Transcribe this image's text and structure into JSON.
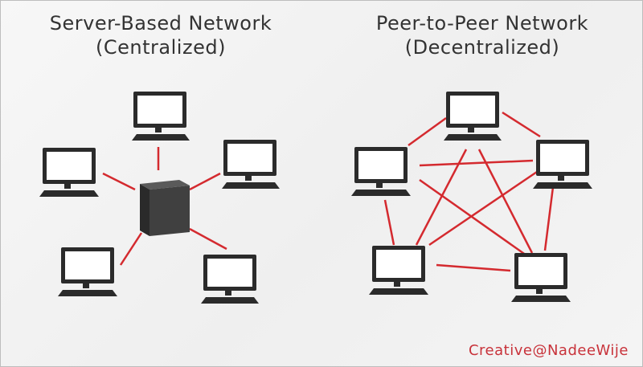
{
  "left_diagram": {
    "title": "Server-Based Network",
    "subtitle": "(Centralized)"
  },
  "right_diagram": {
    "title": "Peer-to-Peer Network",
    "subtitle": "(Decentralized)"
  },
  "credit": "Creative@NadeeWije",
  "colors": {
    "link": "#d42a2f",
    "monitor": "#2b2b2b",
    "screen": "#ffffff",
    "server": "#3a3a3a",
    "credit": "#c8323a"
  },
  "icons": [
    "monitor-icon",
    "keyboard-icon",
    "server-icon"
  ]
}
